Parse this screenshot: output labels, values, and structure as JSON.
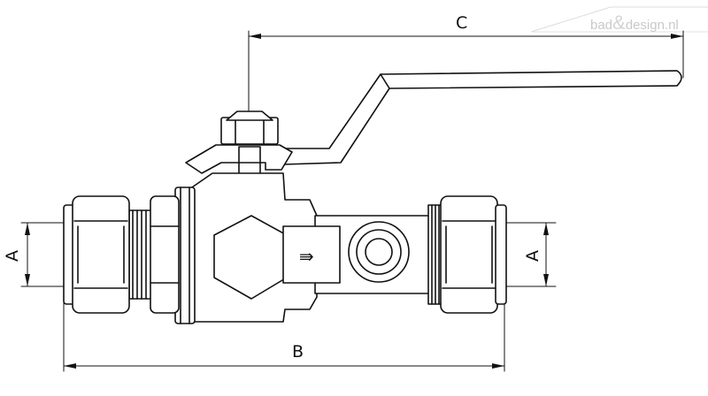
{
  "dimensions": {
    "pipe_diameter_left": "A",
    "pipe_diameter_right": "A",
    "overall_length": "B",
    "handle_length": "C"
  },
  "watermark": {
    "brand": "bad&design.nl",
    "part_before": "bad",
    "ampersand": "&",
    "part_after": "design.nl"
  },
  "flow_symbol": "⇛"
}
